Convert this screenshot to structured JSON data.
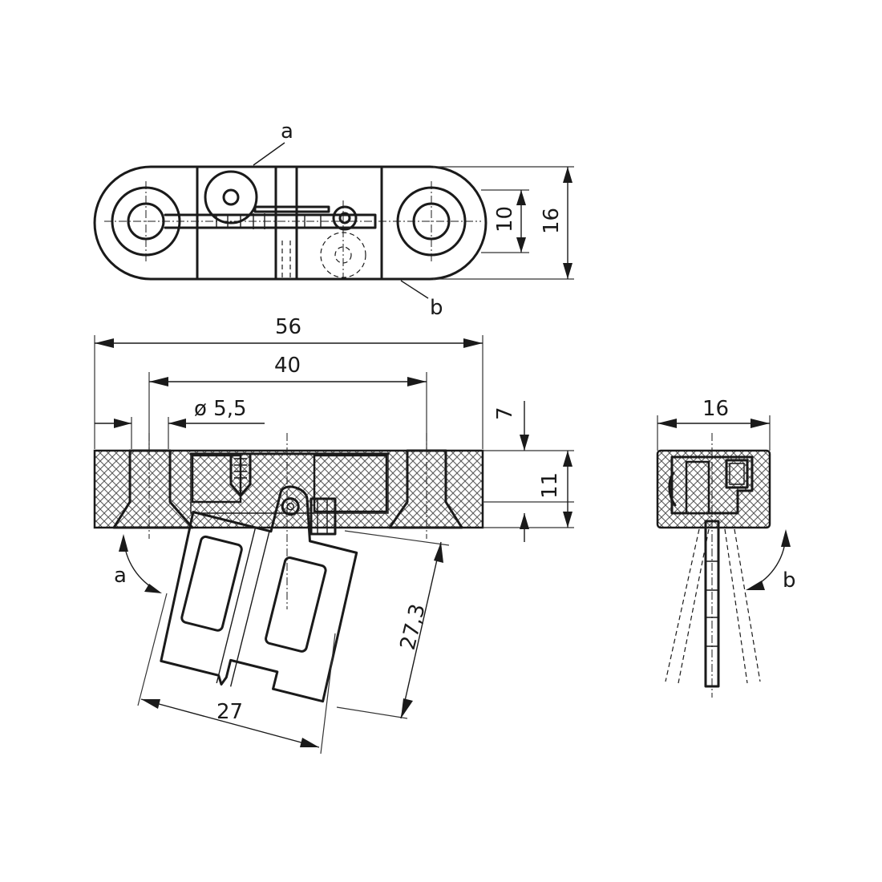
{
  "top_view": {
    "label_a": "a",
    "label_b": "b",
    "dim_inner_height": "10",
    "dim_outer_height": "16"
  },
  "front_view": {
    "dim_length": "56",
    "dim_hole_spacing": "40",
    "dim_hole_diameter": "ø 5,5",
    "dim_top_offset": "7",
    "dim_height": "11",
    "dim_flap_width": "27",
    "dim_flap_height": "27,3",
    "label_a": "a"
  },
  "side_view": {
    "dim_width": "16",
    "label_b": "b"
  }
}
